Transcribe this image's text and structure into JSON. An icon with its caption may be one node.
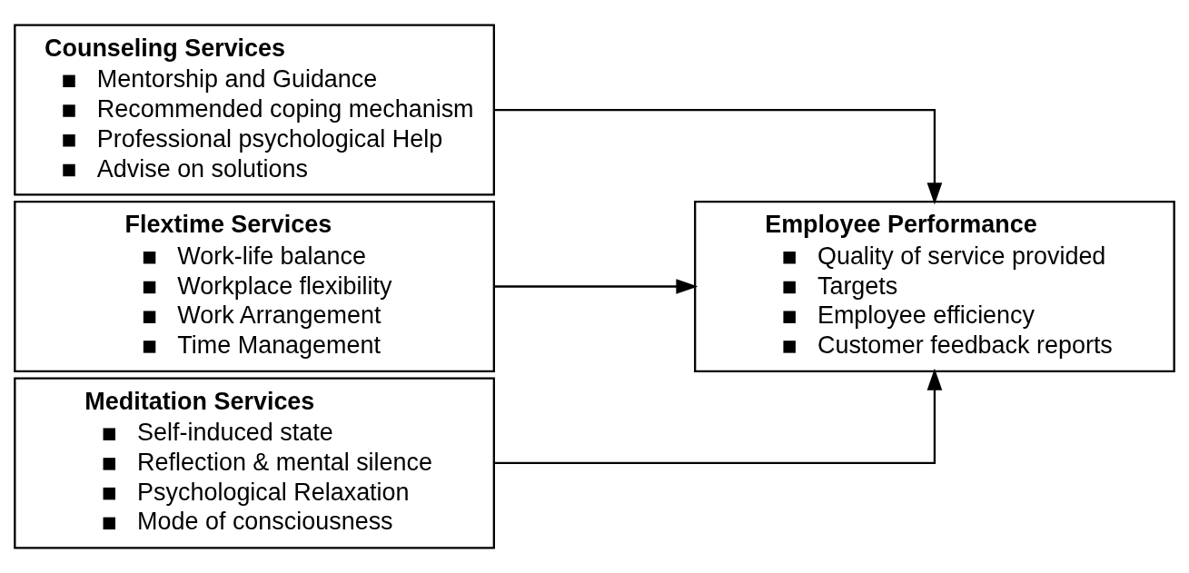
{
  "diagram": {
    "nodes": [
      {
        "text": [
          "Counseling Services",
          "Mentorship and Guidance",
          "Recommended coping mechanism",
          "Professional psychological Help",
          "Advise on solutions"
        ]
      },
      {
        "text": [
          "Flextime Services",
          "Work-life balance",
          "Workplace flexibility",
          "Work Arrangement",
          "Time Management"
        ]
      },
      {
        "text": [
          "Meditation Services",
          "Self-induced state",
          "Reflection & mental silence",
          "Psychological Relaxation",
          "Mode of consciousness"
        ]
      },
      {
        "text": [
          "Employee Performance",
          "Quality of service provided",
          "Targets",
          "Employee efficiency",
          "Customer feedback reports"
        ]
      }
    ],
    "edges": [
      {
        "from": 0,
        "to": 3,
        "arrow": "to"
      },
      {
        "from": 1,
        "to": 3,
        "arrow": "to"
      },
      {
        "from": 2,
        "to": 3,
        "arrow": "to"
      }
    ]
  }
}
